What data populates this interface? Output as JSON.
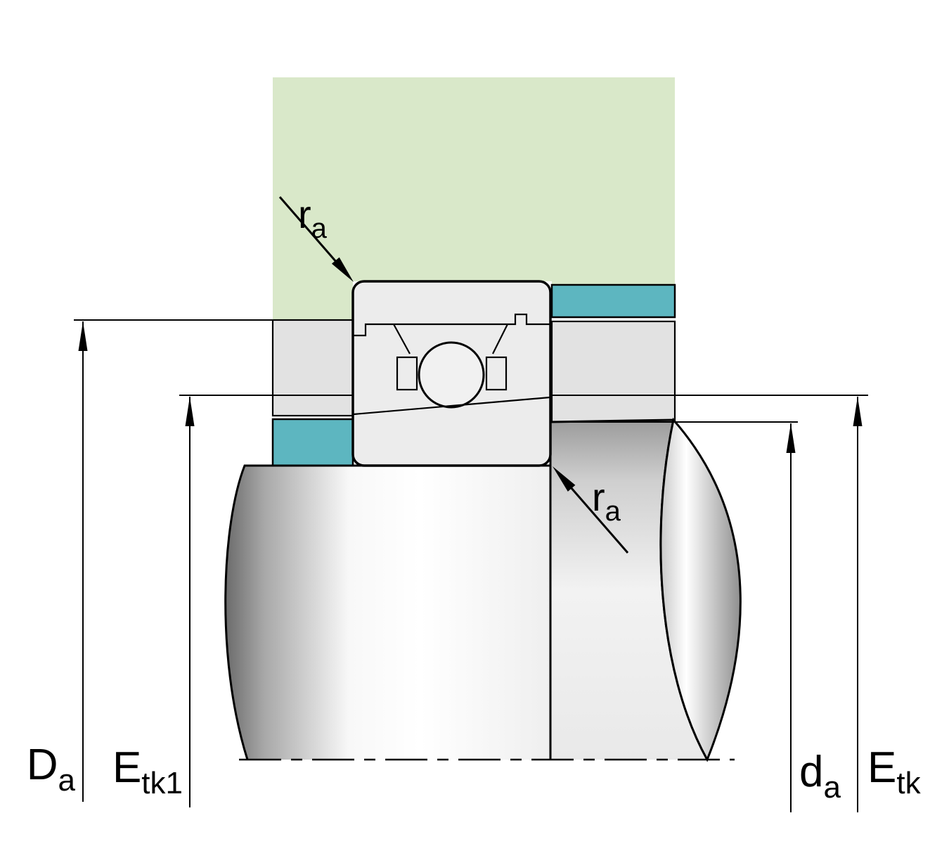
{
  "diagram": {
    "name": "Bearing mounting / abutment dimensions cross-section",
    "labels": {
      "Da": {
        "main": "D",
        "sub": "a"
      },
      "Etk1": {
        "main": "E",
        "sub": "tk1"
      },
      "da": {
        "main": "d",
        "sub": "a"
      },
      "Etk": {
        "main": "E",
        "sub": "tk"
      },
      "ra_top": {
        "main": "r",
        "sub": "a"
      },
      "ra_bottom": {
        "main": "r",
        "sub": "a"
      }
    },
    "colors": {
      "housing": "#d9e8c9",
      "spacer": "#5db6c0",
      "housing_bore": "#e2e2e2",
      "bearing": "#ececec",
      "ball": "#f1f1f1",
      "line": "#000000"
    }
  }
}
